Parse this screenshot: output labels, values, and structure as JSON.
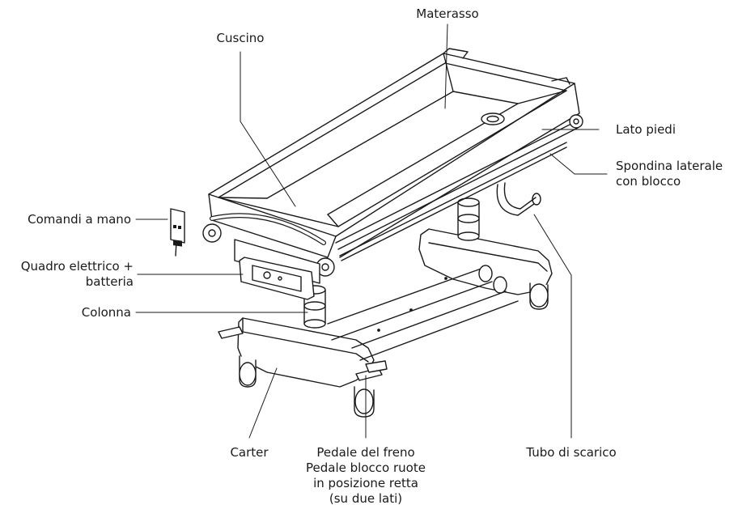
{
  "labels": {
    "materasso": "Materasso",
    "cuscino": "Cuscino",
    "lato_piedi": "Lato piedi",
    "spondina_1": "Spondina laterale",
    "spondina_2": "con blocco",
    "comandi": "Comandi a mano",
    "quadro_1": "Quadro elettrico +",
    "quadro_2": "batteria",
    "colonna": "Colonna",
    "carter": "Carter",
    "pedale_1": "Pedale del freno",
    "pedale_2": "Pedale blocco ruote",
    "pedale_3": "in posizione retta",
    "pedale_4": "(su due lati)",
    "tubo": "Tubo di scarico"
  }
}
